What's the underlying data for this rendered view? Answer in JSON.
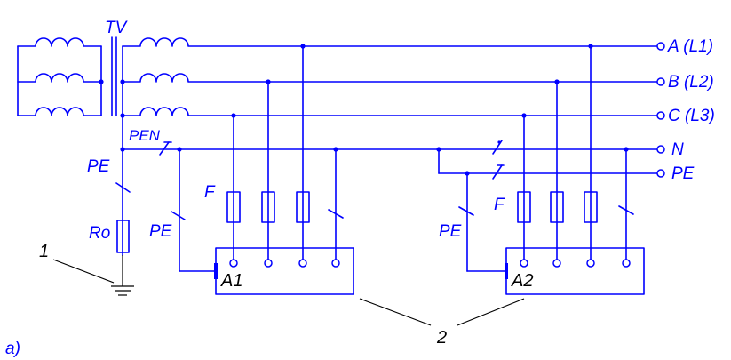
{
  "labels": {
    "transformer": "TV",
    "phase_a": "A (L1)",
    "phase_b": "B (L2)",
    "phase_c": "C (L3)",
    "neutral": "N",
    "pe_right": "PE",
    "pen": "PEN",
    "pe_left": "PE",
    "pe_a1": "PE",
    "pe_a2": "PE",
    "ground_resistor": "Ro",
    "fuse_a1": "F",
    "fuse_a2": "F",
    "device_a1": "A1",
    "device_a2": "A2",
    "callout_1": "1",
    "callout_2": "2",
    "figure_tag": "a)"
  }
}
